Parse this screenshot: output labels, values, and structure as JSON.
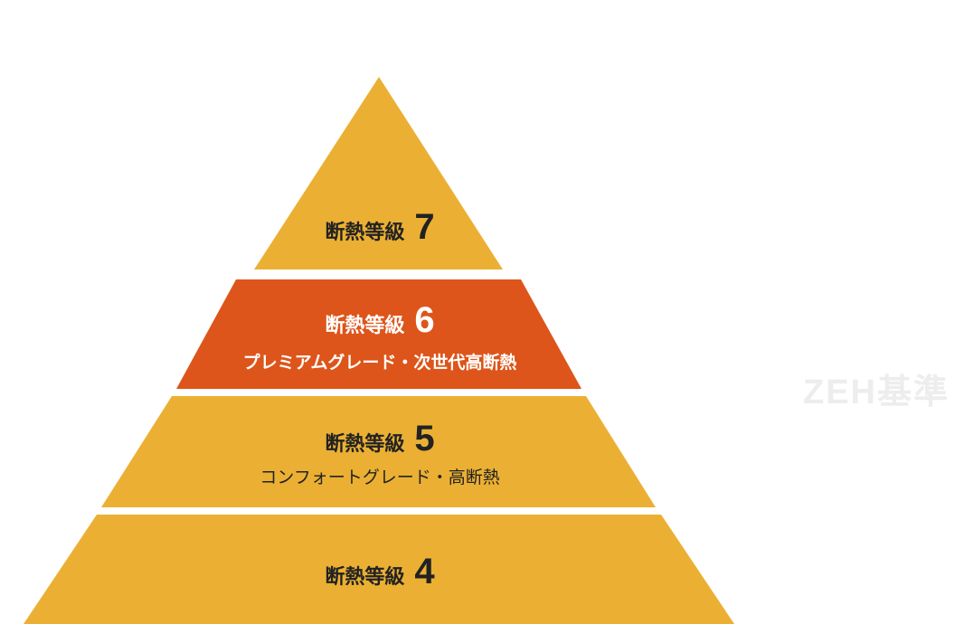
{
  "colors": {
    "tier": "#EBB033",
    "highlight": "#DD551A",
    "text_dark": "#222222",
    "text_light": "#FFFFFF",
    "side_label": "#EDEDED"
  },
  "tiers": [
    {
      "label": "断熱等級",
      "grade": "7",
      "subtitle": "",
      "highlighted": false
    },
    {
      "label": "断熱等級",
      "grade": "6",
      "subtitle": "プレミアムグレード・次世代高断熱",
      "highlighted": true
    },
    {
      "label": "断熱等級",
      "grade": "5",
      "subtitle": "コンフォートグレード・高断熱",
      "highlighted": false
    },
    {
      "label": "断熱等級",
      "grade": "4",
      "subtitle": "",
      "highlighted": false
    }
  ],
  "side_label": "ZEH基準"
}
